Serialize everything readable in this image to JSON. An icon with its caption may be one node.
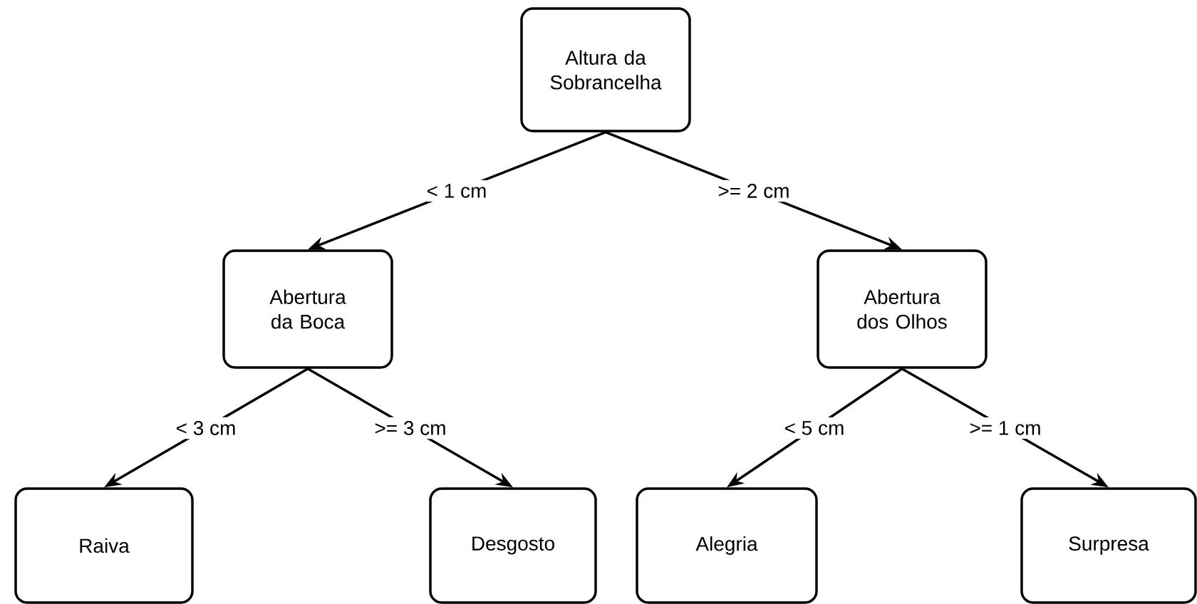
{
  "diagram": {
    "nodes": [
      {
        "text": [
          "Altura da Sobrancelha"
        ]
      },
      {
        "text": [
          "Abertura da Boca"
        ]
      },
      {
        "text": [
          "Abertura dos Olhos"
        ]
      },
      {
        "text": [
          "Raiva"
        ]
      },
      {
        "text": [
          "Desgosto"
        ]
      },
      {
        "text": [
          "Alegria"
        ]
      },
      {
        "text": [
          "Surpresa"
        ]
      }
    ],
    "edges": [
      {
        "from": 0,
        "to": 1,
        "arrow": "to",
        "label": "< 1 cm"
      },
      {
        "from": 0,
        "to": 2,
        "arrow": "to",
        "label": ">= 2 cm"
      },
      {
        "from": 1,
        "to": 3,
        "arrow": "to",
        "label": "< 3 cm"
      },
      {
        "from": 1,
        "to": 4,
        "arrow": "to",
        "label": ">= 3 cm"
      },
      {
        "from": 2,
        "to": 5,
        "arrow": "to",
        "label": "< 5 cm"
      },
      {
        "from": 2,
        "to": 6,
        "arrow": "to",
        "label": ">= 1 cm"
      }
    ]
  }
}
